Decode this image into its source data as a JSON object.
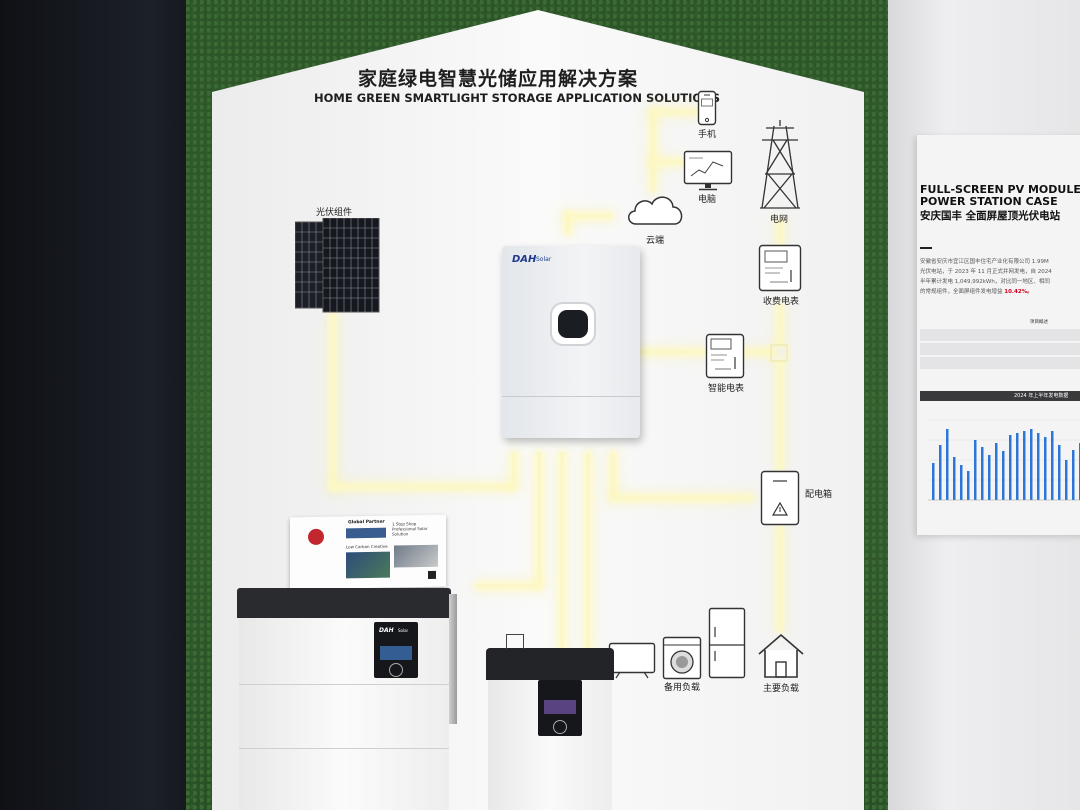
{
  "exhibit": {
    "title_cn": "家庭绿电智慧光储应用解决方案",
    "title_en": "HOME GREEN SMARTLIGHT STORAGE APPLICATION SOLUTIONS"
  },
  "labels": {
    "pv_module": "光伏组件",
    "phone": "手机",
    "computer": "电脑",
    "cloud": "云端",
    "grid": "电网",
    "billing_meter": "收费电表",
    "smart_meter": "智能电表",
    "distribution_box": "配电箱",
    "backup_load": "备用负载",
    "main_load": "主要负载"
  },
  "brand": {
    "inverter_logo": "DAH",
    "inverter_logo_sub": "Solar",
    "battery_logo": "DAH",
    "battery_logo_sub": "Solar"
  },
  "brochure": {
    "heading": "Global Partner",
    "subheading": "1 Stop Shop Professional Solar Solution",
    "tagline": "Low Carbon Creative"
  },
  "side_card": {
    "title_line1": "FULL-SCREEN PV MODULE",
    "title_line2": "POWER STATION CASE",
    "title_cn": "安庆国丰 全面屏屋顶光伏电站",
    "body_lines": [
      "安徽省安庆市宜江区国丰住宅产业化有限公司 1.99M",
      "光伏电站，于 2023 年 11 月正式并网发电，自 2024",
      "半年累计发电 1,049,992kWh，对比同一地区、相同",
      "的常规组件，全面屏组件发电增益"
    ],
    "highlight": "10.42%。",
    "table_header": "项目概述",
    "chart_title": "2024 年上半年发电数据"
  },
  "colors": {
    "glow": "#fbf7c8",
    "house": "#f6f6f6",
    "highlight": "#d0021b",
    "bar": "#2b76d6"
  }
}
